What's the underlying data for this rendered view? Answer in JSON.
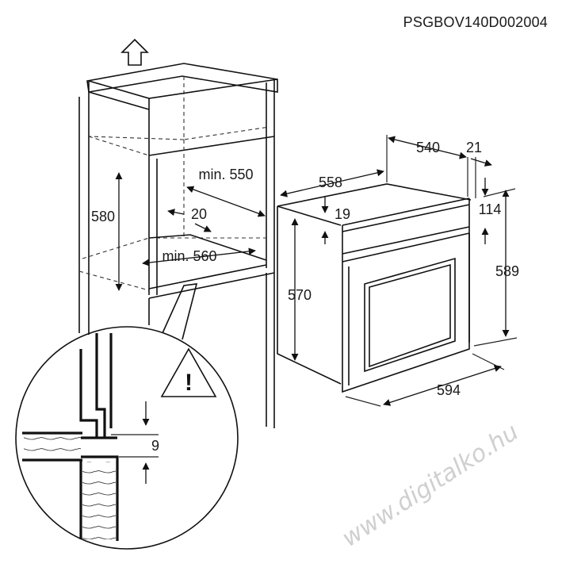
{
  "model_code": "PSGBOV140D002004",
  "watermark": "www.digitalko.hu",
  "cabinet_dimensions": {
    "niche_height": "580",
    "niche_depth": "min. 550",
    "niche_width": "min. 560",
    "rear_gap": "20"
  },
  "oven_dimensions": {
    "body_depth": "558",
    "body_depth_inner": "540",
    "door_thickness": "21",
    "panel_offset": "19",
    "panel_height": "114",
    "body_height": "570",
    "total_height": "589",
    "total_width": "594"
  },
  "detail": {
    "gap": "9",
    "warning_symbol": "!"
  },
  "colors": {
    "line": "#111111",
    "watermark": "#cfcfcf"
  }
}
